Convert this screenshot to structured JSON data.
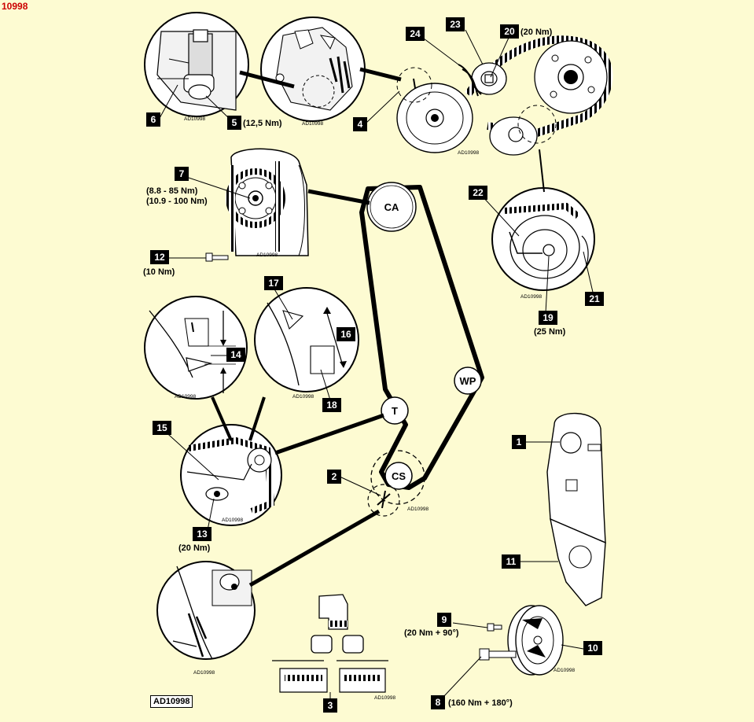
{
  "header": {
    "document_id": "10998"
  },
  "figure": {
    "reference_box": "AD10998",
    "source_code": "AD10998"
  },
  "pulleys": {
    "ca": "CA",
    "wp": "WP",
    "t": "T",
    "cs": "CS"
  },
  "callouts": {
    "c1": "1",
    "c2": "2",
    "c3": "3",
    "c4": "4",
    "c5": "5",
    "c6": "6",
    "c7": "7",
    "c8": "8",
    "c9": "9",
    "c10": "10",
    "c11": "11",
    "c12": "12",
    "c13": "13",
    "c14": "14",
    "c15": "15",
    "c16": "16",
    "c17": "17",
    "c18": "18",
    "c19": "19",
    "c20": "20",
    "c21": "21",
    "c22": "22",
    "c23": "23",
    "c24": "24"
  },
  "torques": {
    "t5": "(12,5 Nm)",
    "t7a": "(8.8 - 85 Nm)",
    "t7b": "(10.9 - 100 Nm)",
    "t8": "(160 Nm + 180°)",
    "t9": "(20 Nm + 90°)",
    "t12": "(10 Nm)",
    "t13": "(20 Nm)",
    "t19": "(25 Nm)",
    "t20": "(20 Nm)"
  }
}
